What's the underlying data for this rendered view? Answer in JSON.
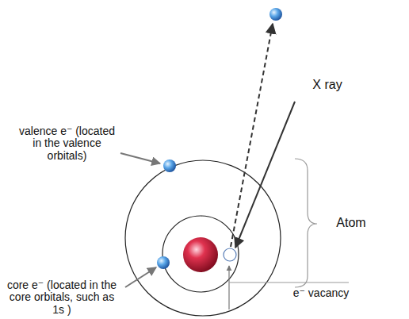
{
  "diagram": {
    "labels": [
      "X ray",
      "valence e⁻ (located in the valence orbitals)",
      "Atom",
      "core e⁻ (located in the core orbitals, such as 1s )",
      "e⁻ vacancy"
    ]
  }
}
